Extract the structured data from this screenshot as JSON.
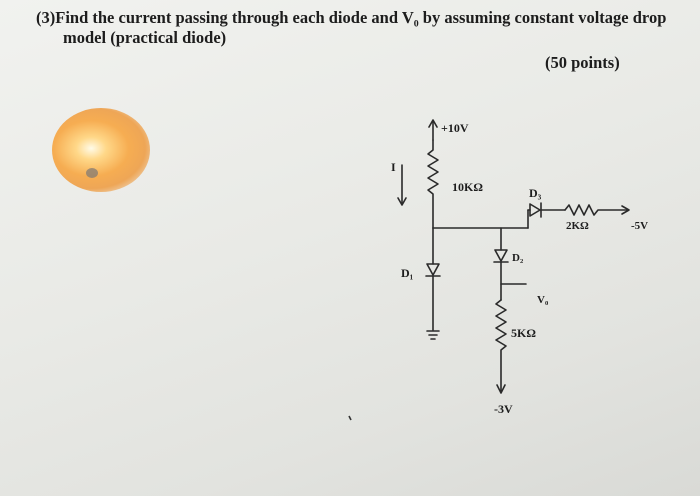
{
  "question": {
    "number": "(3)",
    "text_line1": "Find the current passing through each diode and V₀ by assuming constant voltage drop",
    "text_line2": "model (practical diode)",
    "points": "(50 points)"
  },
  "circuit": {
    "supply_top": "+10V",
    "current_label": "I",
    "r1": "10KΩ",
    "d3": "D₃",
    "r2": "2KΩ",
    "right_supply": "-5V",
    "d2": "D₂",
    "d1": "D₁",
    "vo": "V₀",
    "r3": "5KΩ",
    "bottom_supply": "-3V"
  }
}
